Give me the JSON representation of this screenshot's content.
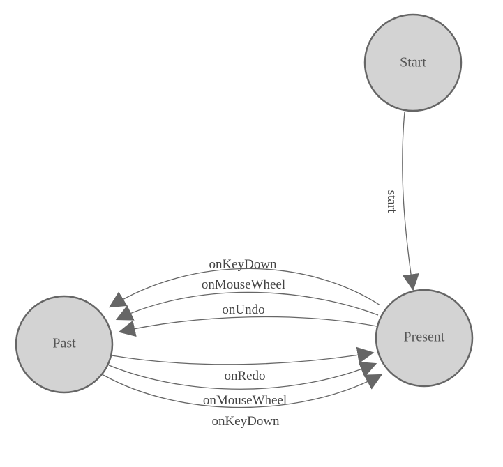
{
  "nodes": {
    "start": {
      "label": "Start"
    },
    "present": {
      "label": "Present"
    },
    "past": {
      "label": "Past"
    }
  },
  "edges": {
    "start": "start",
    "past_keydown": "onKeyDown",
    "past_mousewheel": "onMouseWheel",
    "undo": "onUndo",
    "redo": "onRedo",
    "future_mousewheel": "onMouseWheel",
    "future_keydown": "onKeyDown"
  },
  "colors": {
    "node_fill": "#d3d3d3",
    "node_stroke": "#666666",
    "edge": "#666666",
    "text": "#444444"
  }
}
